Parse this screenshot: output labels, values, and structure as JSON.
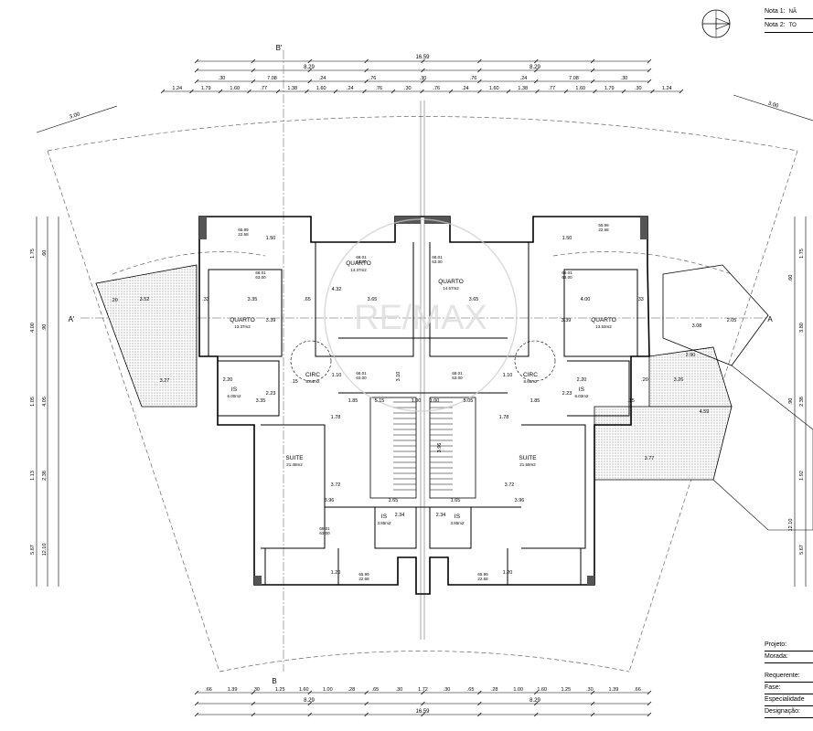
{
  "notes": [
    {
      "label": "Nota 1:",
      "value": "NÃ"
    },
    {
      "label": "Nota 2:",
      "value": "TO"
    }
  ],
  "titleblock": [
    "Projeto:",
    "Morada:",
    "Requerente:",
    "Fase:",
    "Especialidade",
    "Designação:"
  ],
  "section_marks": {
    "top": "B'",
    "bottom": "B",
    "left": "A'",
    "right": "A"
  },
  "watermark": "RE/MAX",
  "top_dims": {
    "total": "16.59",
    "halves": [
      "8.29",
      "8.29"
    ],
    "row2": [
      ".30",
      "7.08",
      ".24",
      ".76",
      ".30",
      ".76",
      ".24",
      "7.08",
      ".30"
    ],
    "row3": [
      "1.24",
      "1.79",
      "1.60",
      ".77",
      "1.38",
      "1.60",
      ".24",
      ".76",
      ".30",
      ".76",
      ".24",
      "1.60",
      "1.38",
      ".77",
      "1.60",
      "1.79",
      ".30",
      "1.24"
    ]
  },
  "bottom_dims": {
    "row1": [
      ".66",
      "1.39",
      ".30",
      "1.25",
      "1.60",
      "1.00",
      ".28",
      ".65",
      ".30",
      "1.72",
      ".30",
      ".65",
      ".28",
      "1.00",
      "1.60",
      "1.25",
      ".30",
      "1.39",
      ".66"
    ],
    "halves": [
      "8.29",
      "8.29"
    ],
    "total": "16.59"
  },
  "left_dims": {
    "row1": [
      "1.75",
      "4.00",
      "1.05",
      "1.13",
      "5.67"
    ],
    "row2": [
      ".60",
      ".90",
      "4.05",
      "2.38",
      "12.10"
    ]
  },
  "right_dims": {
    "row1": [
      "1.75",
      "3.80",
      "2.38",
      "1.92",
      "5.67"
    ],
    "row2": [
      ".60",
      ".90",
      "12.10"
    ]
  },
  "slope_dims": [
    "3.00",
    "3.00"
  ],
  "rooms": [
    {
      "name": "QUARTO",
      "area": "14.37m2"
    },
    {
      "name": "QUARTO",
      "area": "14.57m2"
    },
    {
      "name": "QUARTO",
      "area": "13.37m2"
    },
    {
      "name": "QUARTO",
      "area": "13.53m2"
    },
    {
      "name": "CIRC",
      "area": "8.64m2"
    },
    {
      "name": "CIRC",
      "area": "8.68m2"
    },
    {
      "name": "IS",
      "area": "6.00m2"
    },
    {
      "name": "IS",
      "area": "6.03m2"
    },
    {
      "name": "SUITE",
      "area": "21.48m2"
    },
    {
      "name": "SUITE",
      "area": "21.58m2"
    },
    {
      "name": "IS",
      "area": "3.85m2"
    },
    {
      "name": "IS",
      "area": "3.85m2"
    }
  ],
  "elevations": [
    {
      "top": "65.99",
      "bottom": "22.68"
    },
    {
      "top": "65.99",
      "bottom": "22.68"
    },
    {
      "top": "68.01",
      "bottom": "63.00"
    },
    {
      "top": "68.01",
      "bottom": "63.00"
    },
    {
      "top": "68.01",
      "bottom": "63.00"
    },
    {
      "top": "68.01",
      "bottom": "63.00"
    },
    {
      "top": "68.01",
      "bottom": "63.00"
    },
    {
      "top": "68.01",
      "bottom": "63.00"
    },
    {
      "top": "68.01",
      "bottom": "63.00"
    },
    {
      "top": "65.99",
      "bottom": "22.68"
    },
    {
      "top": "65.99",
      "bottom": "22.68"
    }
  ],
  "inner_dims": {
    "left_house": [
      "3.35",
      ".65",
      "3.65",
      "3.52",
      "3.27",
      "2.20",
      "3.35",
      ".33",
      ".20",
      ".15",
      "3.96",
      "3.72",
      "1.65",
      "2.34",
      "1.20",
      "4.32",
      "1.50",
      "1.10",
      "1.78",
      "2.23",
      "3.39",
      "1.85",
      "5.15",
      "1.00"
    ],
    "right_house": [
      "3.65",
      "4.00",
      "3.39",
      "2.20",
      "3.26",
      "3.77",
      "3.08",
      "2.90",
      "2.05",
      "4.59",
      "3.96",
      "3.72",
      "1.65",
      "2.34",
      "1.20",
      "1.50",
      "1.10",
      "1.78",
      "2.23",
      "1.85",
      "5.05",
      "1.00",
      ".33",
      ".20",
      ".15"
    ]
  },
  "stair_dims": [
    "3.10",
    "3.96"
  ]
}
